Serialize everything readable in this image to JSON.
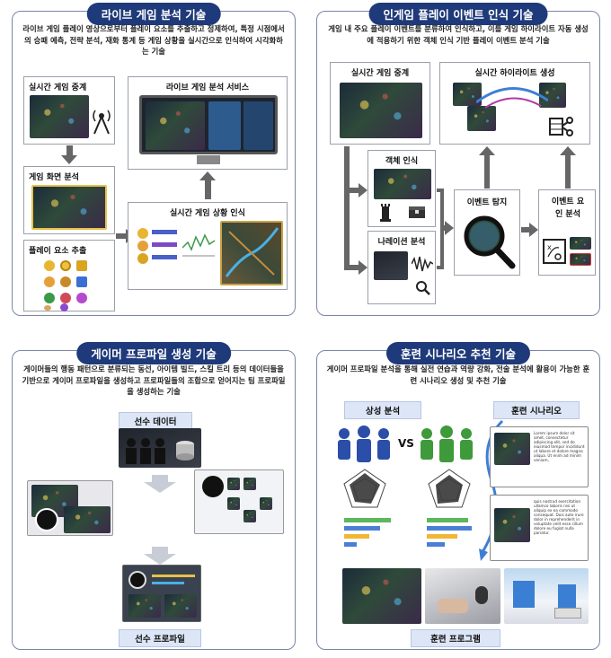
{
  "panels": {
    "p1": {
      "title": "라이브 게임 분석 기술",
      "desc": "라이브 게임 플레이 영상으로부터 플레이 요소를 추출하고 정제하여, 특정 시점에서의 승패 예측, 전략 분석, 재화 통계 등 게임 상황을 실시간으로 인식하여 시각화하는 기술",
      "live_broadcast": "실시간 게임 중계",
      "screen_analysis": "게임 화면 분석",
      "element_extract": "플레이 요소 추출",
      "analysis_service": "라이브 게임 분석 서비스",
      "situation_recognition": "실시간 게임 상황 인식"
    },
    "p2": {
      "title": "인게임 플레이 이벤트 인식 기술",
      "desc": "게임 내 주요 플레이 이벤트를 분류하여 인식하고, 이를 게임 하이라이트 자동 생성에 적용하기 위한 객체 인식 기반 플레이 이벤트 분석 기술",
      "live_broadcast": "실시간 게임 중계",
      "highlight": "실시간 하이라이트 생성",
      "object_recog": "객체 인식",
      "narration": "나레이션 분석",
      "event_detect": "이벤트 탐지",
      "event_factor": "이벤트 요인 분석"
    },
    "p3": {
      "title": "게이머 프로파일 생성 기술",
      "desc": "게이머들의 행동 패턴으로 분류되는 동선, 아이템 빌드, 스킬 트리 등의 데이터들을 기반으로 게이머 프로파일을 생성하고 프로파일들의 조합으로 얻어지는 팀 프로파일을 생성하는 기술",
      "player_data": "선수 데이터",
      "player_profile": "선수 프로파일"
    },
    "p4": {
      "title": "훈련 시나리오 추천 기술",
      "desc": "게이머 프로파일 분석을 통해 실전 연습과 역량 강화, 전술 분석에 활용이 가능한 훈련 시나리오 생성 및 추천 기술",
      "matchup": "상성 분석",
      "vs": "VS",
      "scenario": "훈련 시나리오",
      "program": "훈련 프로그램",
      "lorem1": "Lorem ipsum dolor sit amet, consectetur adipiscing elit, sed do eiusmod tempor incididunt ut labore et dolore magna aliqua. Ut enim ad minim veniam,",
      "lorem2": "quis nostrud exercitation ullamco laboris nisi ut aliquip ex ea commodo consequat. Duis aute irure dolor in reprehenderit in voluptate velit esse cillum dolore eu fugiat nulla pariatur."
    }
  },
  "colors": {
    "navy": "#1f3a7a",
    "team_blue": "#2b4ea8",
    "team_green": "#3e9a3a",
    "bar_green": "#5cb85c",
    "bar_blue": "#4a7fd4",
    "bar_yellow": "#f2b632"
  }
}
